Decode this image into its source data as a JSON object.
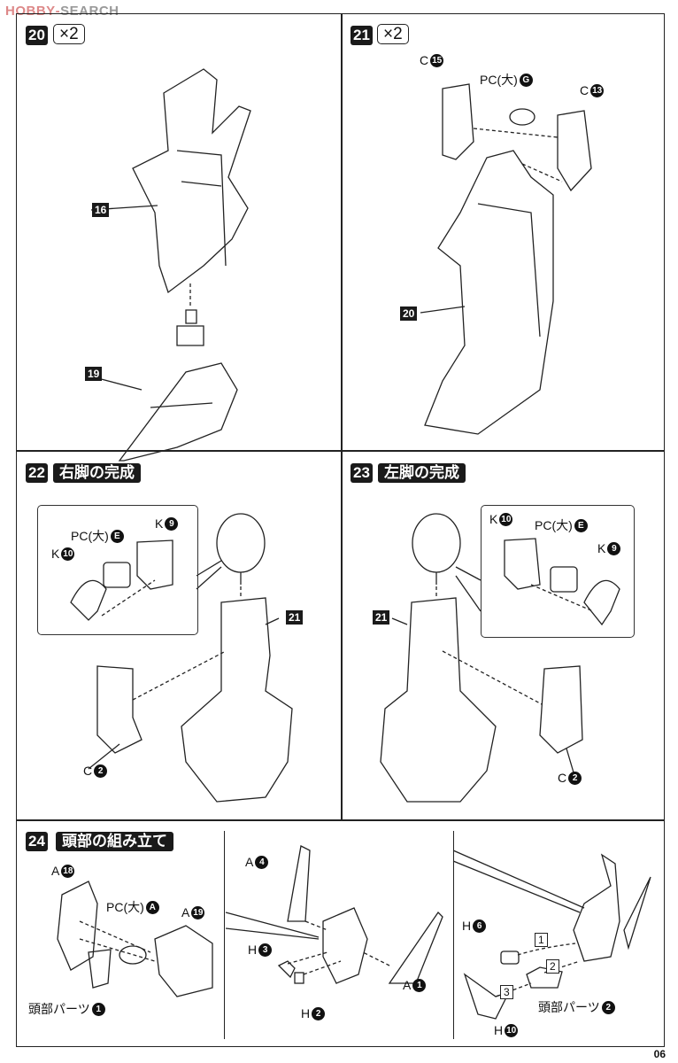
{
  "watermark": {
    "text": "HOBBY SEARCH",
    "part1": "HOBBY",
    "part2": "SEARCH"
  },
  "page_number": "06",
  "steps": {
    "s20": {
      "number": "20",
      "qty": "×2",
      "parts": {
        "p16": "16",
        "p19": "19"
      }
    },
    "s21": {
      "number": "21",
      "qty": "×2",
      "parts": {
        "c15": {
          "letter": "C",
          "num": "15"
        },
        "pcg": {
          "letter": "PC(大)",
          "num": "G"
        },
        "c13": {
          "letter": "C",
          "num": "13"
        },
        "p20": "20"
      }
    },
    "s22": {
      "number": "22",
      "title": "右脚の完成",
      "parts": {
        "pce": {
          "letter": "PC(大)",
          "num": "E"
        },
        "k9": {
          "letter": "K",
          "num": "9"
        },
        "k10": {
          "letter": "K",
          "num": "10"
        },
        "p21": "21",
        "c2": {
          "letter": "C",
          "num": "2"
        }
      }
    },
    "s23": {
      "number": "23",
      "title": "左脚の完成",
      "parts": {
        "k10": {
          "letter": "K",
          "num": "10"
        },
        "pce": {
          "letter": "PC(大)",
          "num": "E"
        },
        "k9": {
          "letter": "K",
          "num": "9"
        },
        "p21": "21",
        "c2": {
          "letter": "C",
          "num": "2"
        }
      }
    },
    "s24": {
      "number": "24",
      "title": "頭部の組み立て",
      "parts": {
        "a18": {
          "letter": "A",
          "num": "18"
        },
        "pca": {
          "letter": "PC(大)",
          "num": "A"
        },
        "a19": {
          "letter": "A",
          "num": "19"
        },
        "head1": {
          "letter": "頭部パーツ",
          "num": "1"
        },
        "a4": {
          "letter": "A",
          "num": "4"
        },
        "h3": {
          "letter": "H",
          "num": "3"
        },
        "h2": {
          "letter": "H",
          "num": "2"
        },
        "a1": {
          "letter": "A",
          "num": "1"
        },
        "h6": {
          "letter": "H",
          "num": "6"
        },
        "h10": {
          "letter": "H",
          "num": "10"
        },
        "head2": {
          "letter": "頭部パーツ",
          "num": "2"
        },
        "order": [
          "1",
          "2",
          "3"
        ]
      }
    }
  }
}
